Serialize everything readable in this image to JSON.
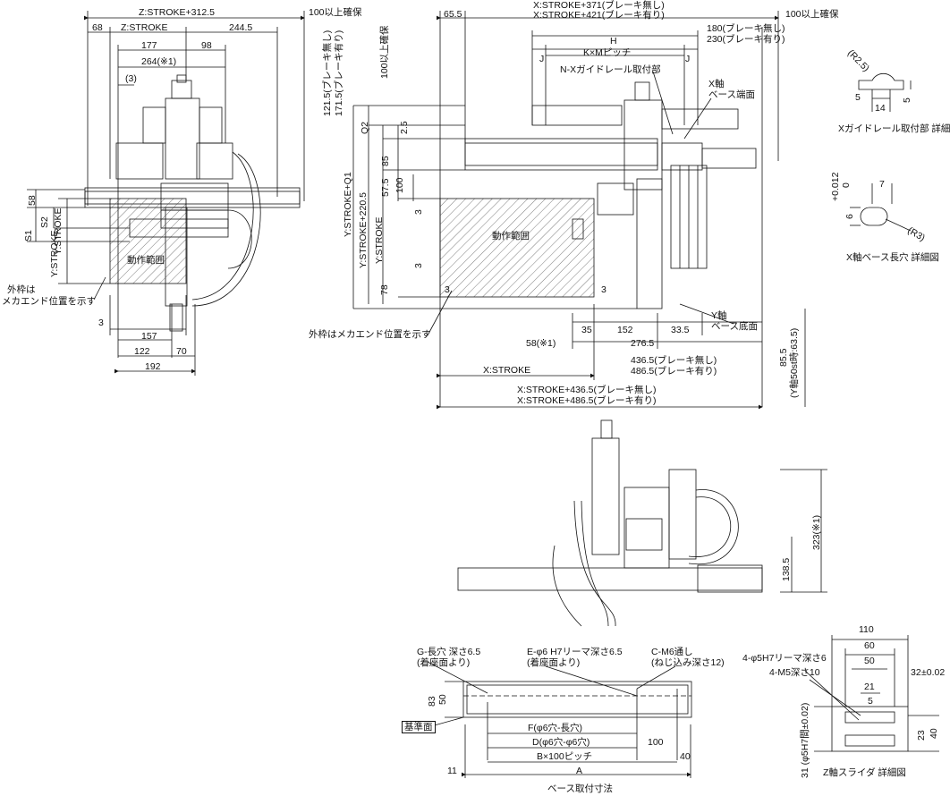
{
  "left_view": {
    "labels": {
      "z_total": "Z:STROKE+312.5",
      "clearance": "100以上確保",
      "d68": "68",
      "z_stroke": "Z:STROKE",
      "d244_5": "244.5",
      "d177": "177",
      "d98": "98",
      "d264": "264(※1)",
      "d3_top": "(3)",
      "d58": "58",
      "s1": "S1",
      "s2": "S2",
      "y_stroke": "Y:STROKE",
      "y_stroke_side": "Y:STROKE",
      "op_range": "動作範囲",
      "frame_note_1": "外枠は",
      "frame_note_2": "メカエンド位置を示す",
      "d3_bottom": "3",
      "d157": "157",
      "d122": "122",
      "d70": "70",
      "d192": "192"
    }
  },
  "center_view": {
    "labels": {
      "d65_5": "65.5",
      "x_total_1": "X:STROKE+371(ブレーキ無し)",
      "x_total_2": "X:STROKE+421(ブレーキ有り)",
      "clearance": "100以上確保",
      "d180": "180(ブレーキ無し)",
      "d230": "230(ブレーキ有り)",
      "h": "H",
      "kxm": "K×Mピッチ",
      "j_left": "J",
      "j_right": "J",
      "guide_rail": "N-Xガイドレール取付部",
      "x_base_end_1": "X軸",
      "x_base_end_2": "ベース端面",
      "v121_5": "121.5(ブレーキ無し)",
      "v171_5": "171.5(ブレーキ有り)",
      "v100_clear": "100以上確保",
      "q2": "Q2",
      "d2_5": "2.5",
      "y_q1": "Y:STROKE+Q1",
      "y_220_5": "Y:STROKE+220.5",
      "y_stroke": "Y:STROKE",
      "d85": "85",
      "d57_5": "57.5",
      "d100": "100",
      "d3_a": "3",
      "d3_b": "3",
      "d78": "78",
      "op_range": "動作範囲",
      "d3_c": "3",
      "d3_d": "3",
      "frame_note": "外枠はメカエンド位置を示す",
      "y_base_bottom_1": "Y軸",
      "y_base_bottom_2": "ベース底面",
      "d35": "35",
      "d152": "152",
      "d33_5": "33.5",
      "d58": "58(※1)",
      "d276_5": "276.5",
      "x_stroke": "X:STROKE",
      "d436_5": "436.5(ブレーキ無し)",
      "d486_5": "486.5(ブレーキ有り)",
      "x_436_5": "X:STROKE+436.5(ブレーキ無し)",
      "x_486_5": "X:STROKE+486.5(ブレーキ有り)",
      "d85_5": "85.5",
      "d85_5_note": "(Y軸50st時:63.5)"
    }
  },
  "details": {
    "rail": {
      "r2_5": "(R2.5)",
      "d5_left": "5",
      "d5_right": "5",
      "d14": "14",
      "caption": "Xガイドレール取付部 詳細図"
    },
    "slot": {
      "tol": "+0.012",
      "tol_zero": "0",
      "d6": "6",
      "d7": "7",
      "r3": "(R3)",
      "caption": "X軸ベース長穴 詳細図"
    }
  },
  "front_view": {
    "labels": {
      "d323": "323(※1)",
      "d138_5": "138.5"
    }
  },
  "base_view": {
    "labels": {
      "g_slot_1": "G-長穴 深さ6.5",
      "g_slot_2": "(着座面より)",
      "e_hole_1": "E-φ6 H7リーマ深さ6.5",
      "e_hole_2": "(着座面より)",
      "c_m6_1": "C-M6通し",
      "c_m6_2": "(ねじ込み深さ12)",
      "d83": "83",
      "d50": "50",
      "datum": "基準面",
      "f": "F(φ6穴-長穴)",
      "d": "D(φ6穴-φ6穴)",
      "d100": "100",
      "bx100": "B×100ピッチ",
      "d40": "40",
      "d11": "11",
      "a": "A",
      "caption": "ベース取付寸法"
    }
  },
  "slider_view": {
    "labels": {
      "d110": "110",
      "d60": "60",
      "d50": "50",
      "d21": "21",
      "d5": "5",
      "h7_holes": "4-φ5H7リーマ深さ6",
      "m5_holes": "4-M5深さ10",
      "d32": "32",
      "d32_tol": "±0.02",
      "d23": "23",
      "d40": "40",
      "v31": "31 (φ5H7間±0.02)",
      "caption": "Z軸スライダ 詳細図"
    }
  }
}
